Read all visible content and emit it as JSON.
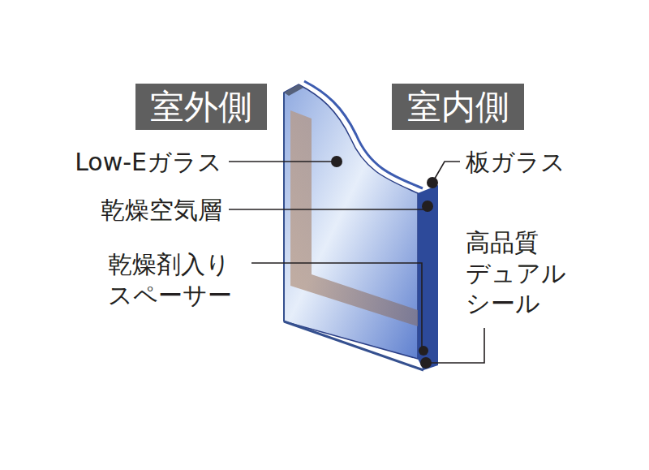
{
  "diagram": {
    "nodes": [
      {
        "text": [
          "室外側"
        ]
      },
      {
        "text": [
          "室内側"
        ]
      }
    ],
    "labels": [
      "Low-Eガラス",
      "乾燥空気層",
      "乾燥剤入り スペーサー",
      "板ガラス",
      "高品質 デュアル シール"
    ]
  }
}
